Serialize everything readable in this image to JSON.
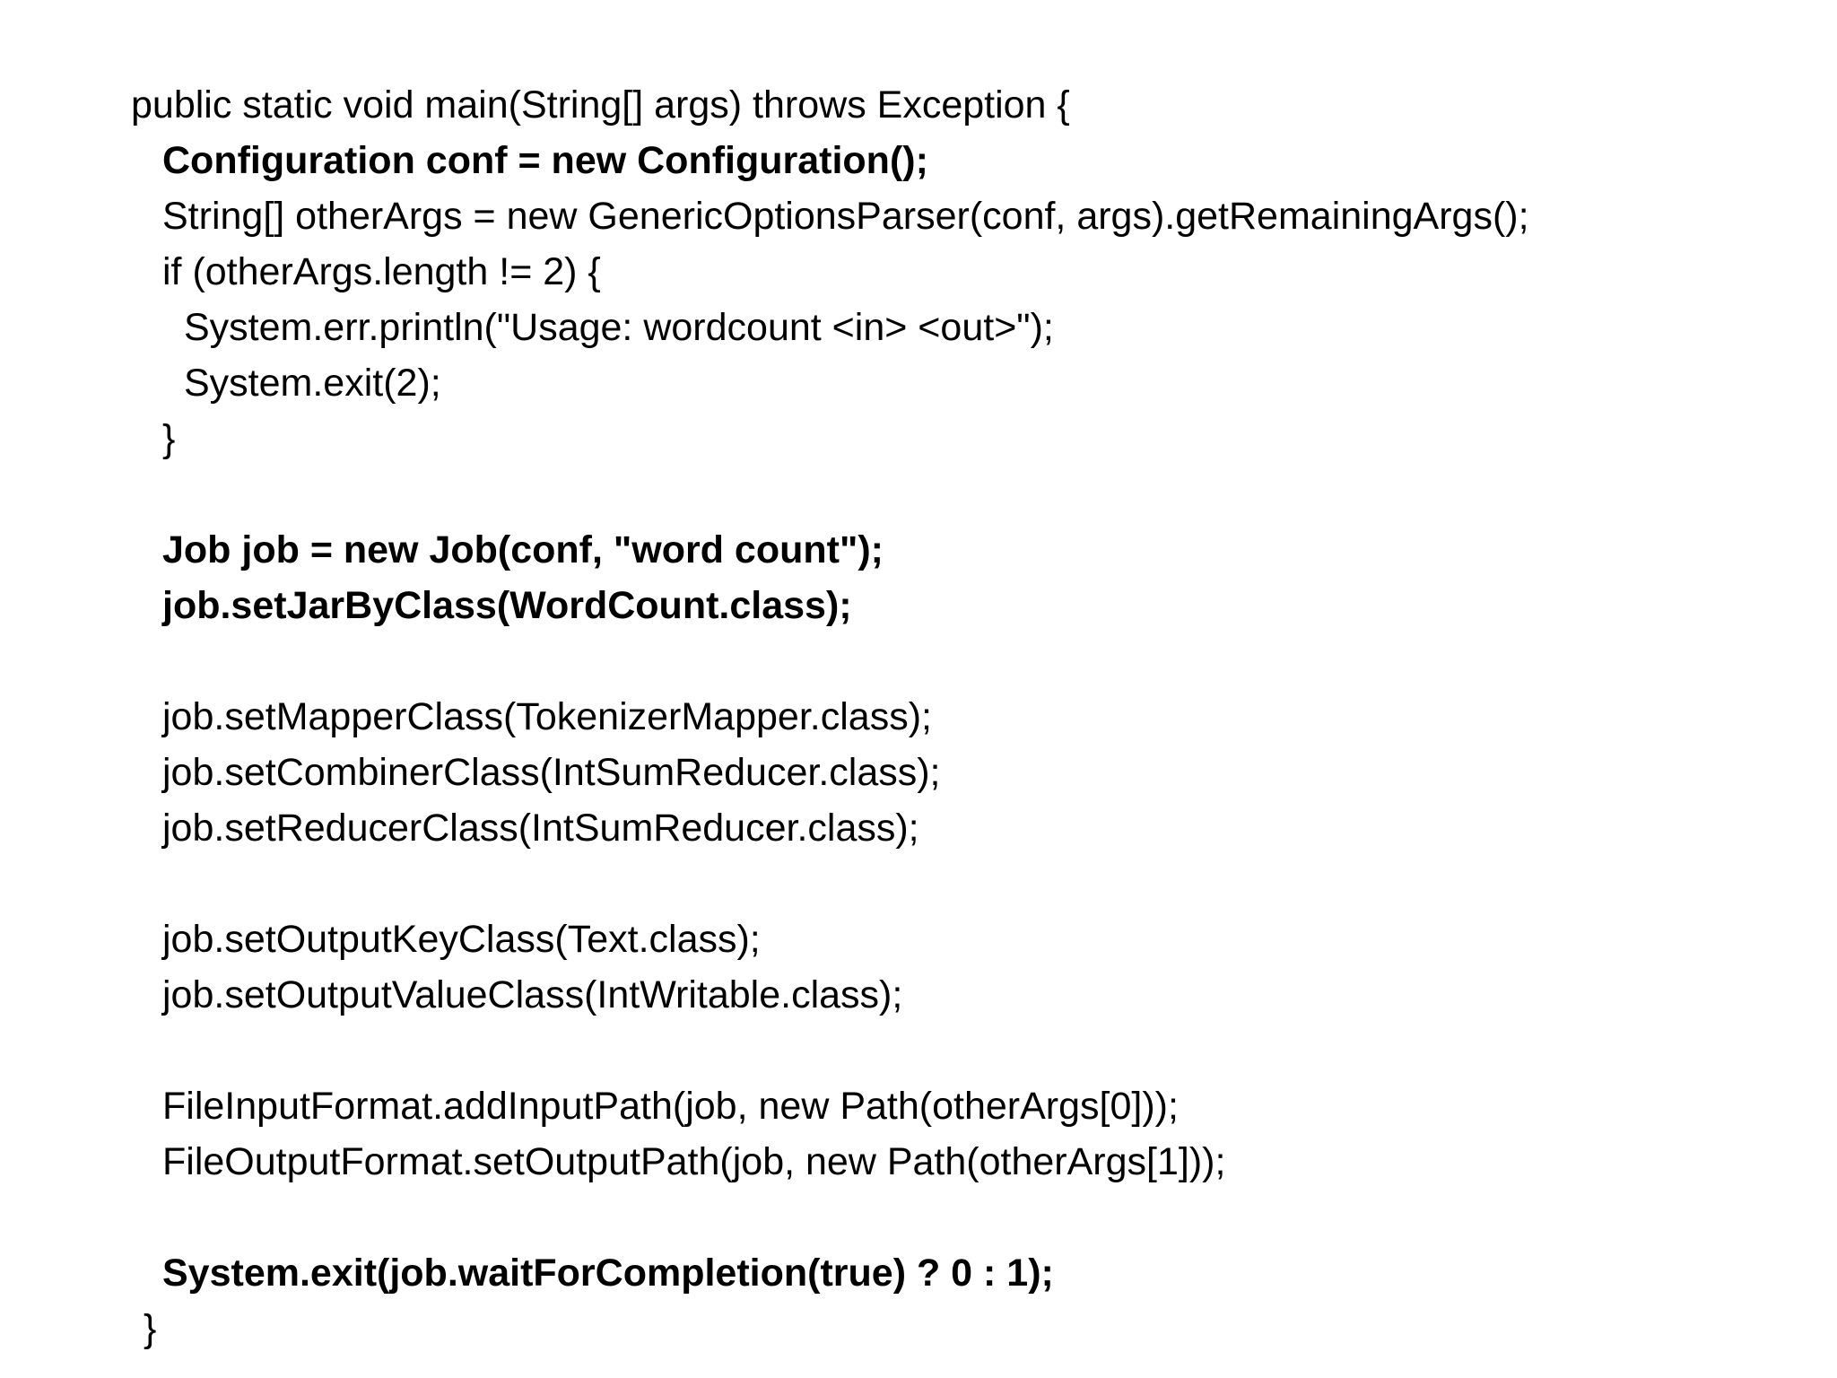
{
  "code": {
    "lines": [
      "public static void main(String[] args) throws Exception {",
      "Configuration conf = new Configuration();",
      "String[] otherArgs = new GenericOptionsParser(conf, args).getRemainingArgs();",
      "if (otherArgs.length != 2) {",
      "System.err.println(\"Usage: wordcount <in> <out>\");",
      "System.exit(2);",
      "}",
      "",
      "Job job = new Job(conf, \"word count\");",
      "job.setJarByClass(WordCount.class);",
      "",
      "job.setMapperClass(TokenizerMapper.class);",
      "job.setCombinerClass(IntSumReducer.class);",
      "job.setReducerClass(IntSumReducer.class);",
      "",
      "job.setOutputKeyClass(Text.class);",
      "job.setOutputValueClass(IntWritable.class);",
      "",
      "FileInputFormat.addInputPath(job, new Path(otherArgs[0]));",
      "FileOutputFormat.setOutputPath(job, new Path(otherArgs[1]));",
      "",
      "System.exit(job.waitForCompletion(true) ? 0 : 1);",
      "}"
    ]
  }
}
